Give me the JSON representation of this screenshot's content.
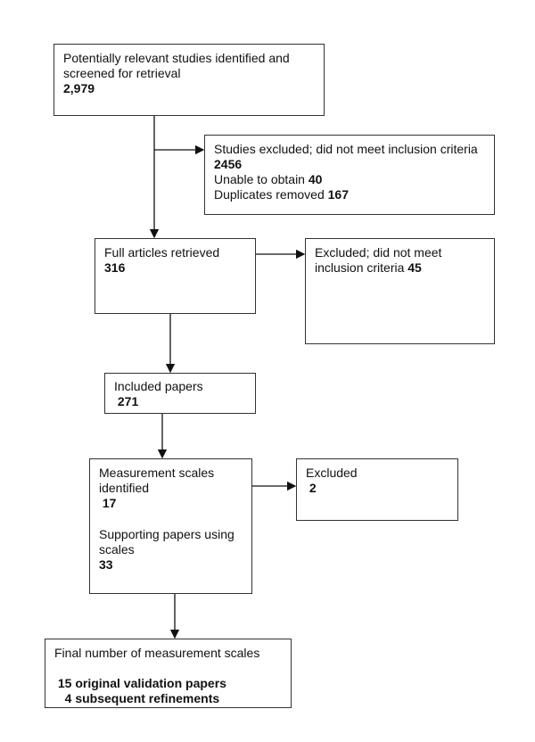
{
  "boxes": {
    "identified": {
      "text": "Potentially relevant studies identified and screened for retrieval",
      "count": "2,979"
    },
    "excluded_screen": {
      "line1": "Studies excluded; did not meet inclusion criteria",
      "count1": "2456",
      "line2": "Unable to obtain",
      "count2": "40",
      "line3": "Duplicates removed",
      "count3": "167"
    },
    "full_articles": {
      "text": "Full articles retrieved",
      "count": "316"
    },
    "excluded_full": {
      "text": "Excluded; did not meet inclusion criteria",
      "count": "45"
    },
    "included": {
      "text": "Included papers",
      "count": "271"
    },
    "scales": {
      "text1": "Measurement scales identified",
      "count1": "17",
      "text2": "Supporting papers using scales",
      "count2": "33"
    },
    "excluded_scales": {
      "text": "Excluded",
      "count": "2"
    },
    "final": {
      "text": "Final number of measurement scales",
      "line1": "15 original validation papers",
      "line2": "4 subsequent refinements"
    }
  }
}
